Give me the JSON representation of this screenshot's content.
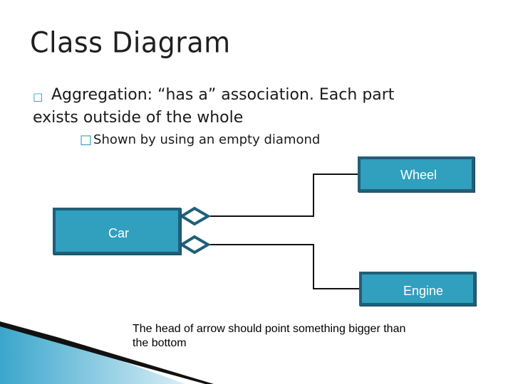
{
  "title": "Class Diagram",
  "bullets": {
    "main_marker": "□",
    "main_line1": "Aggregation: “has a” association. Each part",
    "main_line2": "exists outside of the whole",
    "sub_marker": "□",
    "sub_text": "Shown by using an empty diamond"
  },
  "diagram": {
    "whole": "Car",
    "parts": [
      "Wheel",
      "Engine"
    ],
    "relation": "aggregation",
    "colors": {
      "box_fill": "#319fbe",
      "box_border": "#1f5f79",
      "line": "#111111"
    }
  },
  "note": "The head of arrow should point something bigger than the bottom"
}
